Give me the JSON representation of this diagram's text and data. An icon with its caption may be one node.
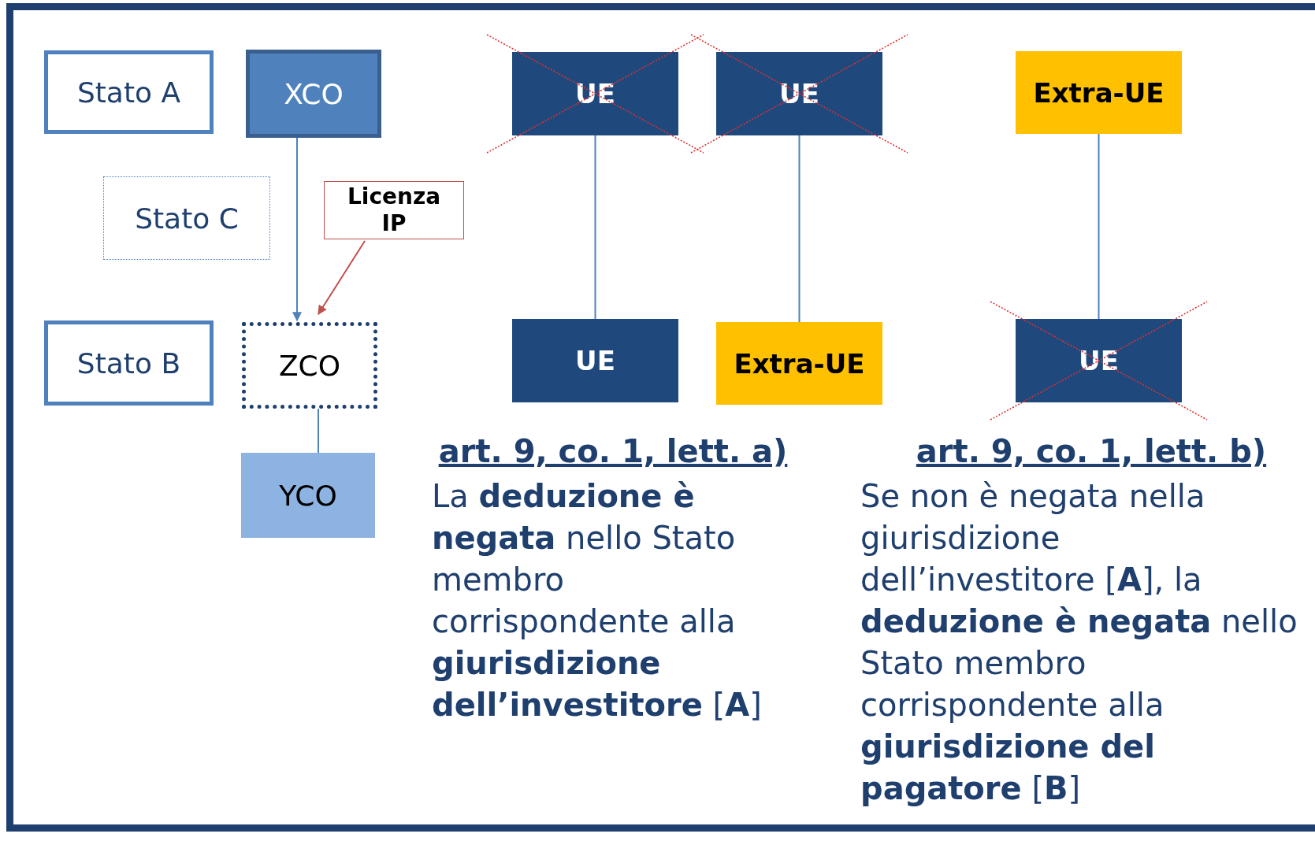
{
  "diagram": {
    "nodes": [
      {
        "text": [
          "Stato A"
        ]
      },
      {
        "text": [
          "XCO"
        ]
      },
      {
        "text": [
          "Stato C"
        ]
      },
      {
        "text": [
          "Licenza IP"
        ]
      },
      {
        "text": [
          "Stato B"
        ]
      },
      {
        "text": [
          "ZCO"
        ]
      },
      {
        "text": [
          "YCO"
        ]
      },
      {
        "text": [
          "UE"
        ]
      },
      {
        "text": [
          "UE"
        ]
      },
      {
        "text": [
          "Extra-UE"
        ]
      },
      {
        "text": [
          "UE"
        ]
      },
      {
        "text": [
          "Extra-UE"
        ]
      },
      {
        "text": [
          "UE"
        ]
      }
    ],
    "edges": [
      {
        "from": 1,
        "to": 5,
        "arrow": "to"
      },
      {
        "from": 3,
        "to": 5,
        "arrow": "to",
        "color": "#c0504d"
      },
      {
        "from": 5,
        "to": 6,
        "arrow": "none"
      },
      {
        "from": 7,
        "to": 10,
        "arrow": "none"
      },
      {
        "from": 8,
        "to": 11,
        "arrow": "none"
      },
      {
        "from": 9,
        "to": 12,
        "arrow": "none"
      }
    ],
    "labels": [
      "art. 9, co. 1, lett. a)",
      "La **deduzione è negata** nello Stato membro corrispondente alla **giurisdizione dell’investitore** [**A**]",
      "art. 9, co. 1, lett. b)",
      "Se non è negata nella giurisdizione dell’investitore [**A**], la **deduzione è negata** nello Stato membro corrispondente alla **giurisdizione del pagatore** [**B**]"
    ]
  }
}
